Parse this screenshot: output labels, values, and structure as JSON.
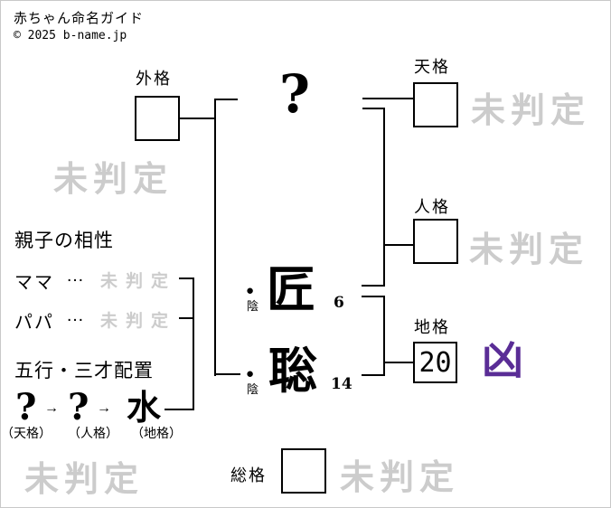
{
  "header": {
    "title": "赤ちゃん命名ガイド",
    "copyright": "© 2025 b-name.jp"
  },
  "diagram": {
    "surname_placeholder": "?",
    "boxes": {
      "gaikaku": {
        "label": "外格",
        "value": "",
        "result": "未判定"
      },
      "tenkaku": {
        "label": "天格",
        "value": "",
        "result": "未判定"
      },
      "jinkaku": {
        "label": "人格",
        "value": "",
        "result": "未判定"
      },
      "chikaku": {
        "label": "地格",
        "value": "20",
        "result": "凶"
      },
      "soukaku": {
        "label": "総格",
        "value": "",
        "result": "未判定"
      }
    },
    "name_chars": [
      {
        "char": "匠",
        "strokes": "6",
        "bullet": "●",
        "inyo": "陰"
      },
      {
        "char": "聡",
        "strokes": "14",
        "bullet": "●",
        "inyo": "陰"
      }
    ]
  },
  "compatibility": {
    "heading": "親子の相性",
    "rows": [
      {
        "label": "ママ",
        "dots": "…",
        "value": "未判定"
      },
      {
        "label": "パパ",
        "dots": "…",
        "value": "未判定"
      }
    ]
  },
  "gogyo": {
    "heading": "五行・三才配置",
    "arrow": "→",
    "elements": [
      {
        "symbol": "?",
        "label": "（天格）"
      },
      {
        "symbol": "?",
        "label": "（人格）"
      },
      {
        "symbol": "水",
        "label": "（地格）"
      }
    ],
    "result": "未判定"
  },
  "colors": {
    "bad_result": "#5a2d96",
    "undetermined_gray": "#cccccc",
    "line": "#000000"
  }
}
